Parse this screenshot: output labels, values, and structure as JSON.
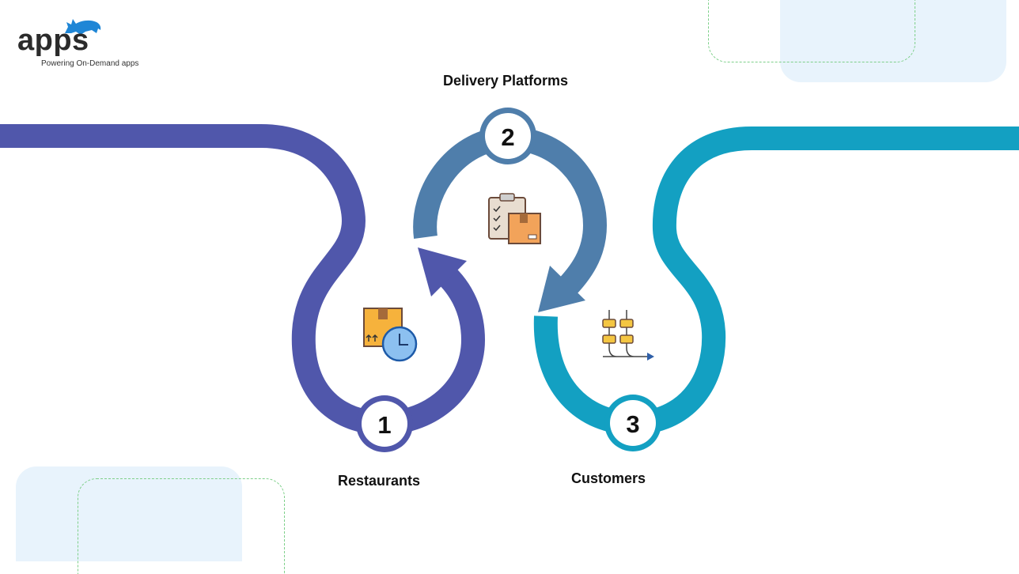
{
  "brand": {
    "name": "apps",
    "tagline": "Powering On-Demand apps",
    "mascot_icon": "rhino-icon"
  },
  "steps": [
    {
      "number": "1",
      "label": "Restaurants",
      "icon": "delivery-time-box-icon",
      "color": "#5057ab"
    },
    {
      "number": "2",
      "label": "Delivery Platforms",
      "icon": "clipboard-package-icon",
      "color": "#4f7eab"
    },
    {
      "number": "3",
      "label": "Customers",
      "icon": "workflow-icon",
      "color": "#13a0c2"
    }
  ],
  "colors": {
    "background_accent": "#e8f3fc",
    "dashed_outline": "#7ed08a"
  }
}
